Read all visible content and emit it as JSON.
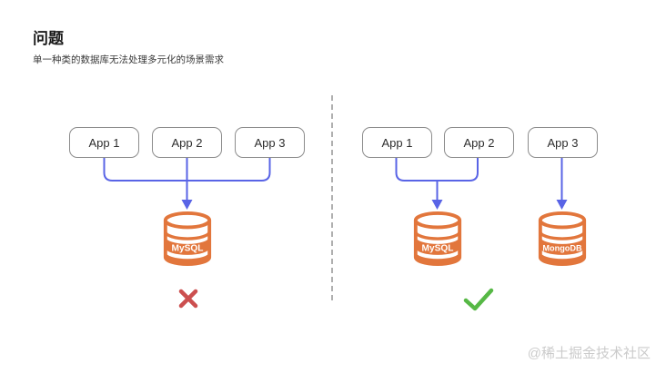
{
  "header": {
    "title": "问题",
    "subtitle": "单一种类的数据库无法处理多元化的场景需求"
  },
  "left": {
    "apps": [
      {
        "label": "App 1"
      },
      {
        "label": "App 2"
      },
      {
        "label": "App 3"
      }
    ],
    "databases": [
      {
        "label": "MySQL"
      }
    ],
    "result": "rejected"
  },
  "right": {
    "apps": [
      {
        "label": "App 1"
      },
      {
        "label": "App 2"
      },
      {
        "label": "App 3"
      }
    ],
    "databases": [
      {
        "label": "MySQL"
      },
      {
        "label": "MongoDB"
      }
    ],
    "result": "approved"
  },
  "watermark": "@稀土掘金技术社区",
  "colors": {
    "connector": "#5964e6",
    "database": "#e2763c",
    "cross": "#cc4f4f",
    "check": "#56b845",
    "box_border": "#8c8c8c",
    "divider": "#afafaf",
    "watermark": "#cbcbcb"
  }
}
